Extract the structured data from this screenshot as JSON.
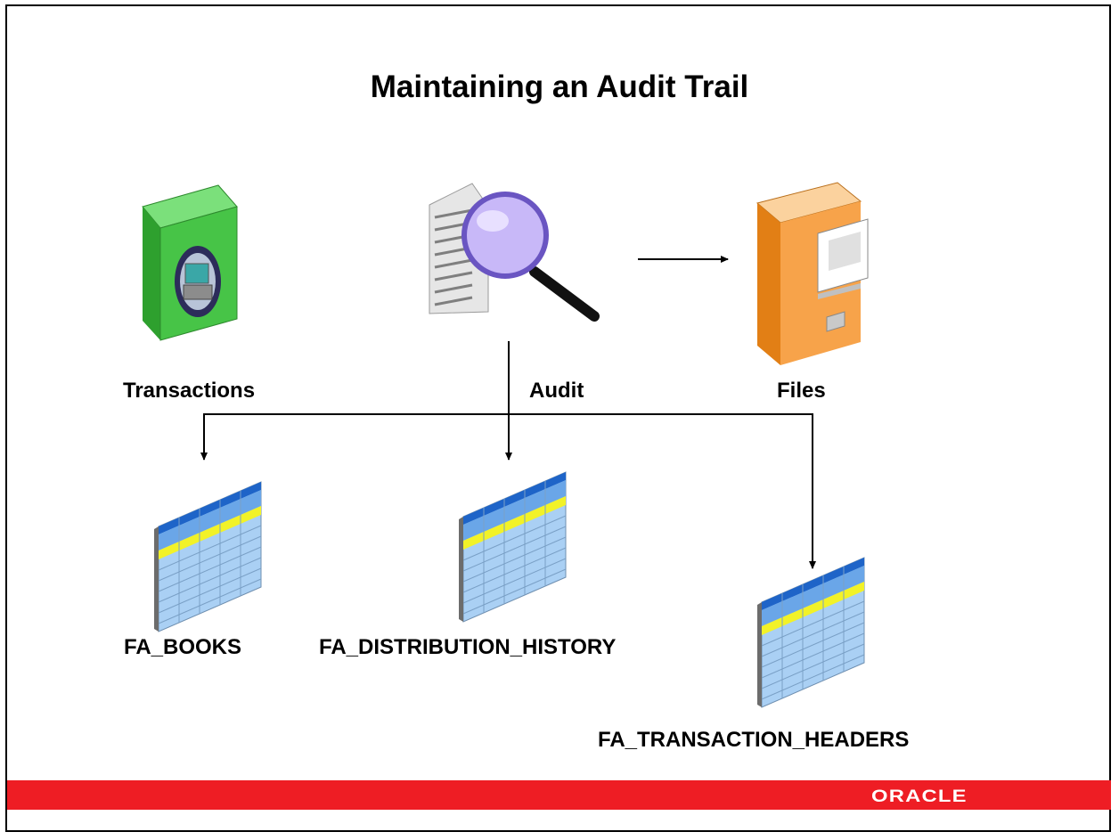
{
  "title": "Maintaining an Audit Trail",
  "labels": {
    "transactions": "Transactions",
    "audit": "Audit",
    "files": "Files",
    "fa_books": "FA_BOOKS",
    "fa_distribution_history": "FA_DISTRIBUTION_HISTORY",
    "fa_transaction_headers": "FA_TRANSACTION_HEADERS"
  },
  "footer": {
    "brand": "ORACLE"
  },
  "colors": {
    "footer_bar": "#ee1d24",
    "server_green": "#3fbf3f",
    "cabinet_orange": "#f7a34a",
    "lens_purple": "#b9a7f4",
    "table_blue": "#aad0f4",
    "table_header_blue": "#1e64c8",
    "table_highlight_yellow": "#f2f228"
  },
  "icons": [
    "server-icon",
    "magnifier-document-icon",
    "file-cabinet-icon",
    "table-icon"
  ]
}
